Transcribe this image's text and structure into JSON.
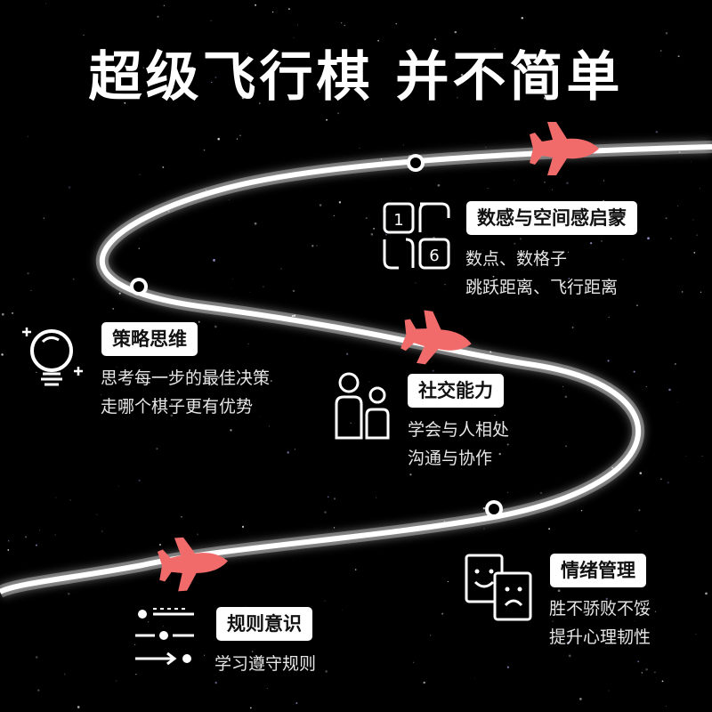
{
  "title": "超级飞行棋 并不简单",
  "colors": {
    "background": "#000000",
    "path": "#ffffff",
    "plane": "#f26b6b",
    "badge": "#ffffff"
  },
  "features": [
    {
      "id": "math",
      "label": "数感与空间感启蒙",
      "lines": [
        "数点、数格子",
        "跳跃距离、飞行距离"
      ],
      "icon": "grid-dice-icon"
    },
    {
      "id": "strategy",
      "label": "策略思维",
      "lines": [
        "思考每一步的最佳决策",
        "走哪个棋子更有优势"
      ],
      "icon": "lightbulb-icon"
    },
    {
      "id": "social",
      "label": "社交能力",
      "lines": [
        "学会与人相处",
        "沟通与协作"
      ],
      "icon": "people-icon"
    },
    {
      "id": "emotion",
      "label": "情绪管理",
      "lines": [
        "胜不骄败不馁",
        "提升心理韧性"
      ],
      "icon": "emotion-cards-icon"
    },
    {
      "id": "rules",
      "label": "规则意识",
      "lines": [
        "学习遵守规则"
      ],
      "icon": "sliders-icon"
    }
  ]
}
